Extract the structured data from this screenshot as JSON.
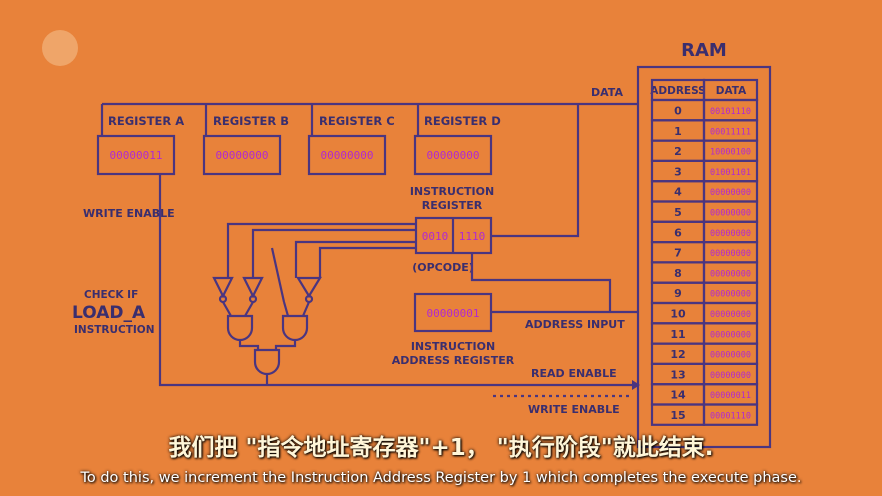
{
  "registers": [
    {
      "name": "REGISTER A",
      "value": "00000011"
    },
    {
      "name": "REGISTER B",
      "value": "00000000"
    },
    {
      "name": "REGISTER C",
      "value": "00000000"
    },
    {
      "name": "REGISTER D",
      "value": "00000000"
    }
  ],
  "instruction_register": {
    "label_line1": "INSTRUCTION",
    "label_line2": "REGISTER",
    "opcode": "0010",
    "address": "1110",
    "opcode_label": "(OPCODE)"
  },
  "instruction_address_register": {
    "value": "00000001",
    "label_line1": "INSTRUCTION",
    "label_line2": "ADDRESS REGISTER"
  },
  "labels": {
    "write_enable_left": "WRITE ENABLE",
    "check_if": "CHECK IF",
    "load_a": "LOAD_A",
    "instruction": "INSTRUCTION",
    "data": "DATA",
    "address_input": "ADDRESS INPUT",
    "read_enable": "READ ENABLE",
    "write_enable_bottom": "WRITE ENABLE"
  },
  "ram": {
    "title": "RAM",
    "header_address": "ADDRESS",
    "header_data": "DATA",
    "rows": [
      {
        "address": "0",
        "data": "00101110"
      },
      {
        "address": "1",
        "data": "00011111"
      },
      {
        "address": "2",
        "data": "10000100"
      },
      {
        "address": "3",
        "data": "01001101"
      },
      {
        "address": "4",
        "data": "00000000"
      },
      {
        "address": "5",
        "data": "00000000"
      },
      {
        "address": "6",
        "data": "00000000"
      },
      {
        "address": "7",
        "data": "00000000"
      },
      {
        "address": "8",
        "data": "00000000"
      },
      {
        "address": "9",
        "data": "00000000"
      },
      {
        "address": "10",
        "data": "00000000"
      },
      {
        "address": "11",
        "data": "00000000"
      },
      {
        "address": "12",
        "data": "00000000"
      },
      {
        "address": "13",
        "data": "00000000"
      },
      {
        "address": "14",
        "data": "00000011"
      },
      {
        "address": "15",
        "data": "00001110"
      }
    ]
  },
  "subtitles": {
    "chinese": "我们把 \"指令地址寄存器\"+1， \"执行阶段\"就此结束.",
    "english": "To do this, we increment the Instruction Address Register by 1 which completes the execute phase."
  },
  "colors": {
    "background": "#e8823a",
    "ink": "#4a3580",
    "bits": "#b12ad0"
  }
}
